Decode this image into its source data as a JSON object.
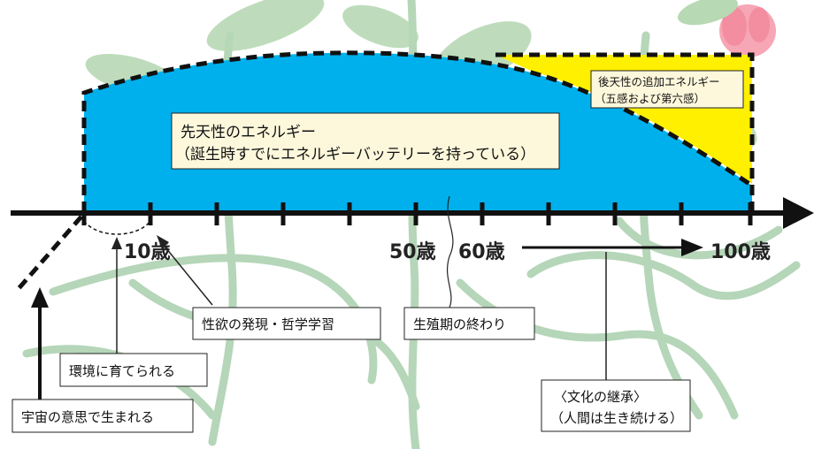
{
  "diagram": {
    "innate_energy": {
      "line1": "先天性のエネルギー",
      "line2": "（誕生時すでにエネルギーバッテリーを持っている）",
      "color": "#00b0ec"
    },
    "acquired_energy": {
      "line1": "後天性の追加エネルギー",
      "line2": "（五感および第六感）",
      "color": "#fff000"
    },
    "timeline": {
      "labels": [
        "10歳",
        "50歳",
        "60歳",
        "100歳"
      ]
    },
    "annotations": {
      "birth": "宇宙の意思で生まれる",
      "environment": "環境に育てられる",
      "sexuality": "性欲の発現・哲学学習",
      "reproduction_end": "生殖期の終わり",
      "culture_line1": "〈文化の継承〉",
      "culture_line2": "（人間は生き続ける）"
    },
    "colors": {
      "axis": "#111111",
      "plant_green": "#9ec9a0",
      "flower_pink": "#f6a6b4",
      "box_fill": "#fdf8dc"
    }
  }
}
